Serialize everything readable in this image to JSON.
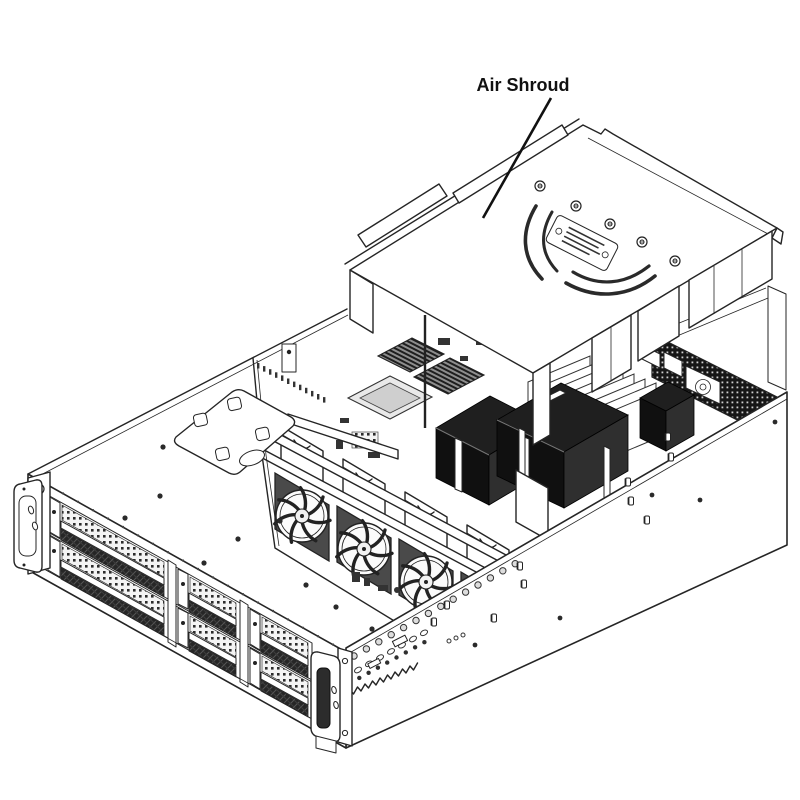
{
  "figure": {
    "style": "black-and-white isometric line illustration",
    "background": "#ffffff",
    "ink": "#252525",
    "dark_fill": "#1f1f1f"
  },
  "callout": {
    "label": "Air Shroud"
  },
  "parts": {
    "air_shroud": "air-shroud",
    "shroud_screws": "shroud-screw-icon",
    "shroud_airflow_arcs": "airflow-arc-icon",
    "shroud_label_plate": "warning-label-plate",
    "chassis": "2u-server-chassis",
    "drive_bays": "hot-swap-drive-trays",
    "rack_ears": "rack-handle",
    "fan_wall": "cooling-fans",
    "cpu_heatsinks": "cpu-heatsink",
    "dimm_slots": "memory-slots",
    "rear_mesh": "rear-vent-mesh",
    "psu_bracket": "psu-bracket"
  }
}
